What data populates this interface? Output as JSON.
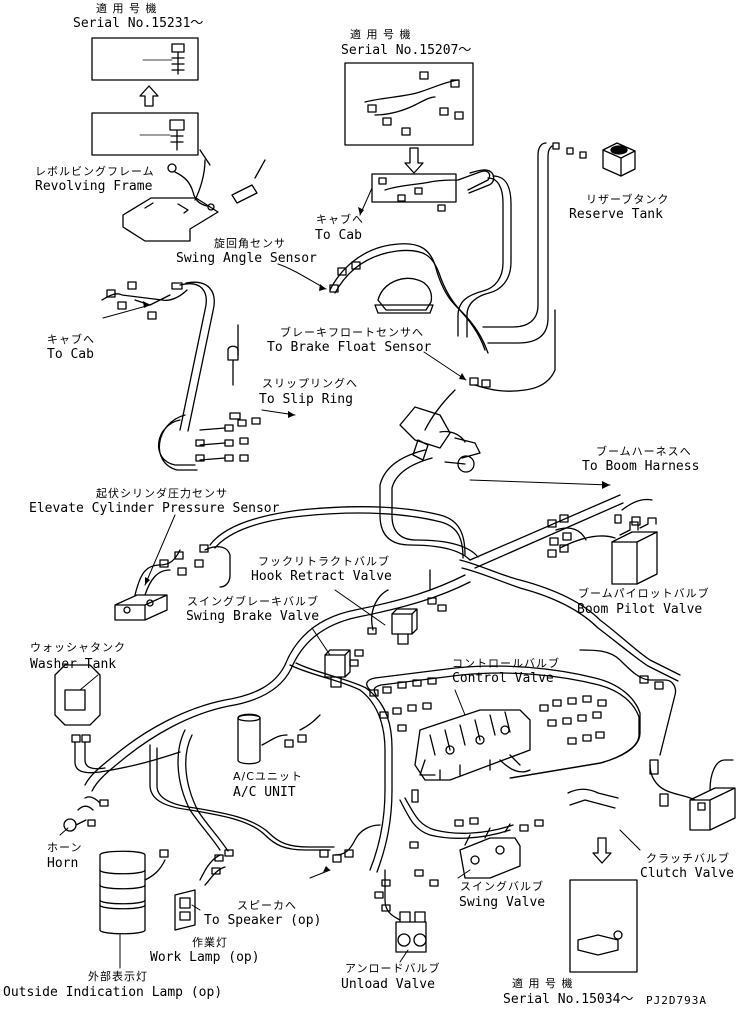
{
  "serials": {
    "top_left": {
      "jp": "適 用 号 機",
      "en": "Serial No.15231～"
    },
    "top_center": {
      "jp": "適 用 号 機",
      "en": "Serial No.15207～"
    },
    "bottom_right": {
      "jp": "適 用 号 機",
      "en": "Serial No.15034～"
    }
  },
  "labels": {
    "revolving_frame": {
      "jp": "レボルビングフレーム",
      "en": "Revolving Frame"
    },
    "to_cab_upper": {
      "jp": "キャブへ",
      "en": "To Cab"
    },
    "reserve_tank": {
      "jp": "リザーブタンク",
      "en": "Reserve Tank"
    },
    "swing_angle_sensor": {
      "jp": "旋回角センサ",
      "en": "Swing Angle Sensor"
    },
    "to_cab_left": {
      "jp": "キャブへ",
      "en": "To Cab"
    },
    "to_brake_float_sensor": {
      "jp": "ブレーキフロートセンサへ",
      "en": "To Brake Float Sensor"
    },
    "to_slip_ring": {
      "jp": "スリップリングへ",
      "en": "To Slip Ring"
    },
    "to_boom_harness": {
      "jp": "ブームハーネスへ",
      "en": "To Boom Harness"
    },
    "elevate_cylinder_pressure_sensor": {
      "jp": "起伏シリンダ圧力センサ",
      "en": "Elevate Cylinder Pressure Sensor"
    },
    "hook_retract_valve": {
      "jp": "フックリトラクトバルブ",
      "en": "Hook Retract Valve"
    },
    "swing_brake_valve": {
      "jp": "スイングブレーキバルブ",
      "en": "Swing Brake Valve"
    },
    "boom_pilot_valve": {
      "jp": "ブームパイロットバルブ",
      "en": "Boom Pilot Valve"
    },
    "washer_tank": {
      "jp": "ウォッシャタンク",
      "en": "Washer Tank"
    },
    "control_valve": {
      "jp": "コントロールバルブ",
      "en": "Control Valve"
    },
    "ac_unit": {
      "jp": "A/Cユニット",
      "en": "A/C UNIT"
    },
    "horn": {
      "jp": "ホーン",
      "en": "Horn"
    },
    "clutch_valve": {
      "jp": "クラッチバルブ",
      "en": "Clutch Valve"
    },
    "to_speaker": {
      "jp": "スピーカへ",
      "en": "To Speaker (op)"
    },
    "work_lamp": {
      "jp": "作業灯",
      "en": "Work Lamp (op)"
    },
    "swing_valve": {
      "jp": "スイングバルブ",
      "en": "Swing Valve"
    },
    "unload_valve": {
      "jp": "アンロードバルブ",
      "en": "Unload Valve"
    },
    "outside_indication_lamp": {
      "jp": "外部表示灯",
      "en": "Outside Indication Lamp (op)"
    }
  },
  "drawing_code": "PJ2D793A"
}
